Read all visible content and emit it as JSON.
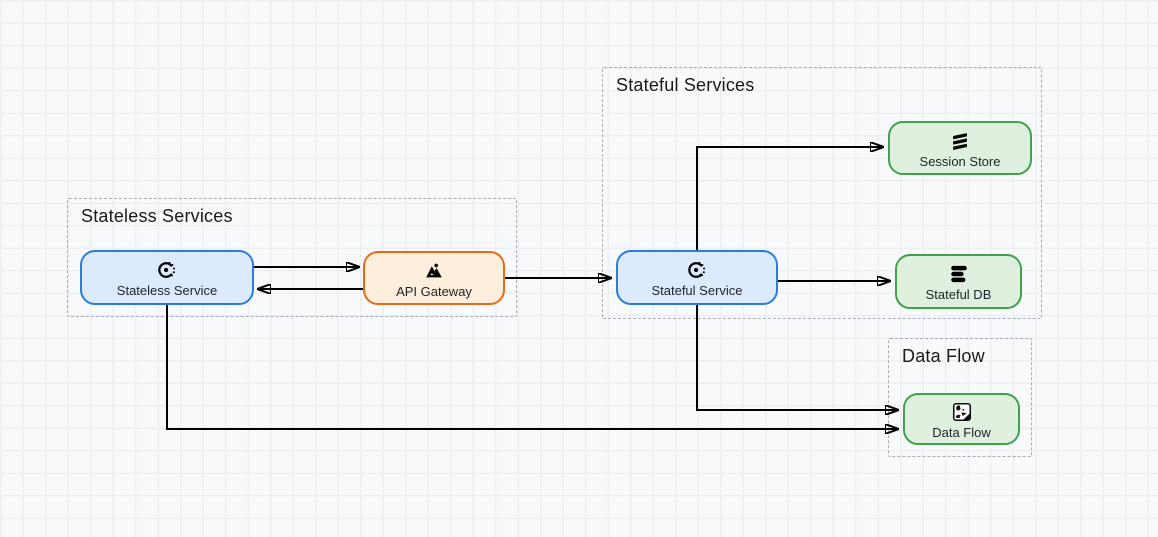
{
  "diagram": {
    "type": "architecture",
    "groups": [
      {
        "title": "Stateless Services"
      },
      {
        "title": "Stateful Services"
      },
      {
        "title": "Data Flow"
      }
    ],
    "nodes": [
      {
        "label": "Stateless Service",
        "icon": "service-icon",
        "palette": "blue",
        "group": "Stateless Services"
      },
      {
        "label": "API Gateway",
        "icon": "api-gateway-icon",
        "palette": "orange",
        "group": "Stateless Services"
      },
      {
        "label": "Stateful Service",
        "icon": "service-icon",
        "palette": "blue",
        "group": "Stateful Services"
      },
      {
        "label": "Session Store",
        "icon": "session-store-icon",
        "palette": "green",
        "group": "Stateful Services"
      },
      {
        "label": "Stateful DB",
        "icon": "database-icon",
        "palette": "green",
        "group": "Stateful Services"
      },
      {
        "label": "Data Flow",
        "icon": "dog-logo-icon",
        "palette": "green",
        "group": "Data Flow"
      }
    ],
    "edges": [
      {
        "from": "Stateless Service",
        "to": "API Gateway"
      },
      {
        "from": "API Gateway",
        "to": "Stateless Service"
      },
      {
        "from": "API Gateway",
        "to": "Stateful Service"
      },
      {
        "from": "Stateful Service",
        "to": "Session Store"
      },
      {
        "from": "Stateful Service",
        "to": "Stateful DB"
      },
      {
        "from": "Stateful Service",
        "to": "Data Flow"
      },
      {
        "from": "Stateless Service",
        "to": "Data Flow"
      }
    ],
    "colors": {
      "canvas_bg": "#f8f9fb",
      "grid_line": "#eceef2",
      "group_border": "#a4adb8",
      "blue_fill": "#dbeafd",
      "blue_border": "#2b7cd8",
      "orange_fill": "#feeedc",
      "orange_border": "#e8691b",
      "green_fill": "#dff0df",
      "green_border": "#3fa14c",
      "edge_stroke": "#000000",
      "title_text": "#1a1a1a",
      "label_text": "#1f2327"
    }
  }
}
